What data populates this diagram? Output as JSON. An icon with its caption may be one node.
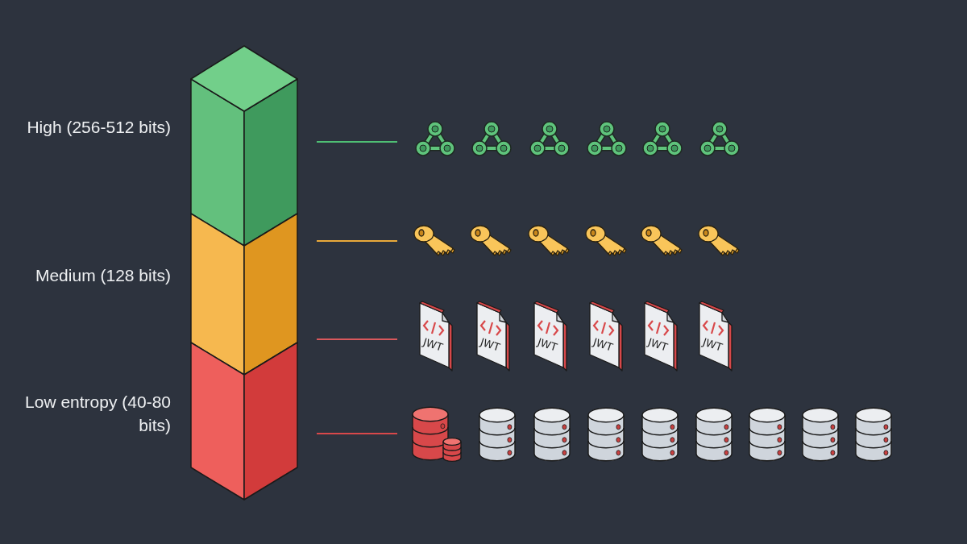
{
  "diagram": {
    "nodes": [
      {
        "text": [
          "High (256-512 bits)"
        ]
      },
      {
        "text": [
          "Medium (128 bits)"
        ]
      },
      {
        "text": [
          "Low entropy (40-80 bits)"
        ]
      }
    ],
    "labels": [
      "JWT",
      "JWT",
      "JWT",
      "JWT",
      "JWT",
      "JWT"
    ]
  }
}
